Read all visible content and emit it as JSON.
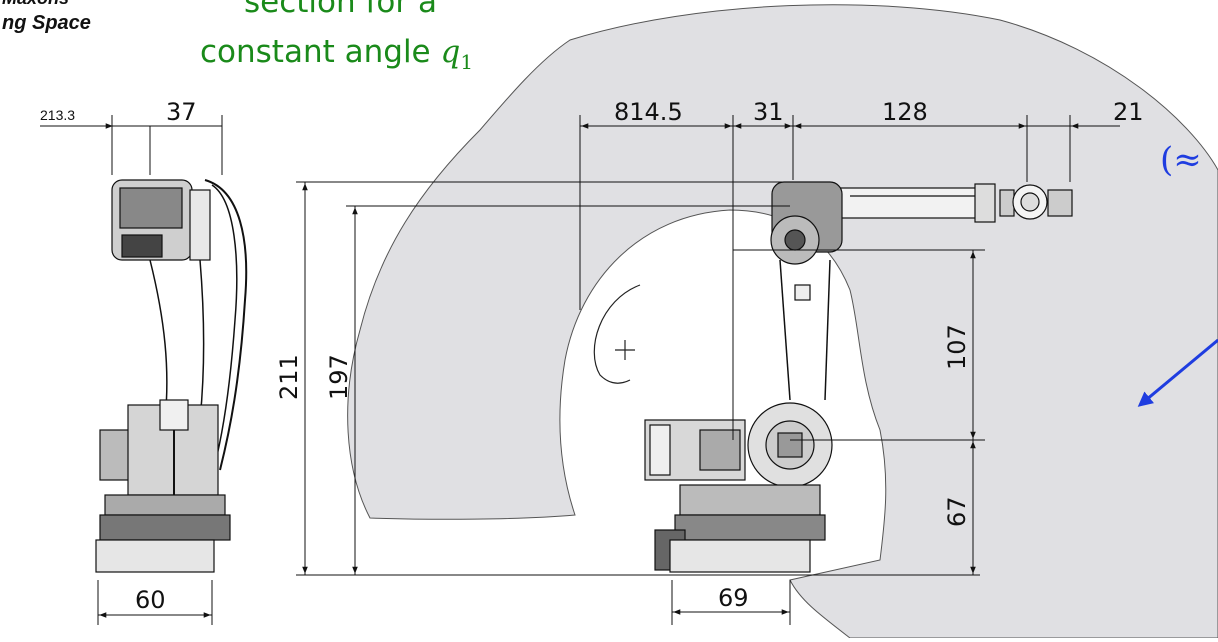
{
  "header": {
    "logo_line1": "Maxons",
    "logo_line2": "ng Space"
  },
  "annotation": {
    "line1": "section for a",
    "line2_prefix": "constant angle ",
    "variable": "q",
    "subscript": "1"
  },
  "side_label": "(≈",
  "colors": {
    "workspace_fill": "#e0e0e3",
    "annotation_green": "#1a8a1a",
    "arrow_blue": "#1f3de0"
  },
  "dimensions": {
    "top_left_a": "213.3",
    "top_left_b": "37",
    "top_814": "814.5",
    "top_31": "31",
    "top_128": "128",
    "top_21": "21",
    "vert_211": "211",
    "vert_197": "197",
    "vert_107": "107",
    "vert_67": "67",
    "bottom_60": "60",
    "bottom_69": "69"
  }
}
